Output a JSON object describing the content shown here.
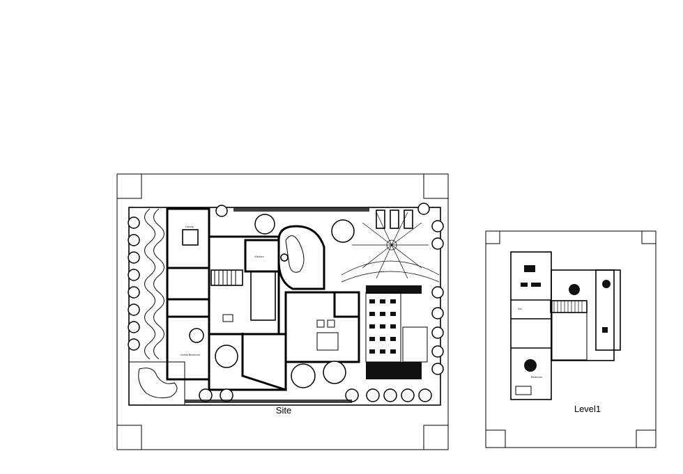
{
  "sheets": [
    {
      "title": "Site",
      "rooms": [
        "Library",
        "Kitchen",
        "Guest Bedroom"
      ]
    },
    {
      "title": "Level1",
      "rooms": [
        "Wc",
        "Bedroom"
      ]
    }
  ],
  "colors": {
    "line": "#000000",
    "background": "#ffffff"
  }
}
